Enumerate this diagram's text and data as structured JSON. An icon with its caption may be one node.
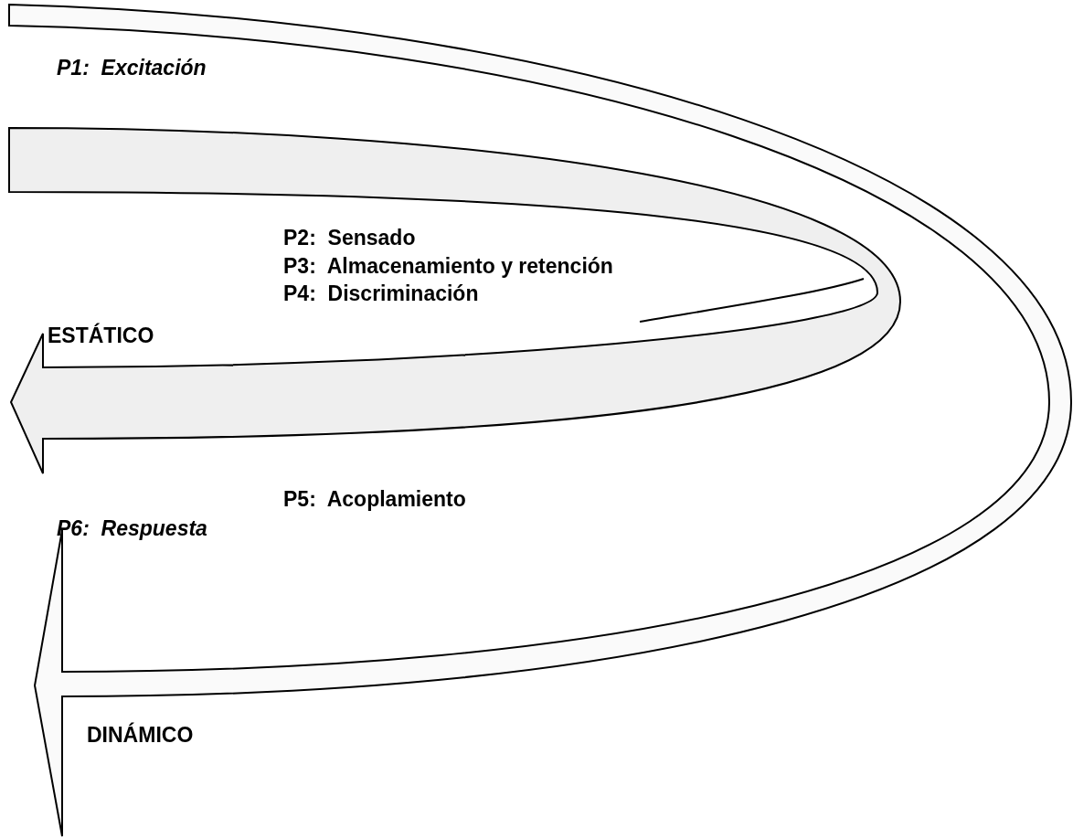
{
  "diagram": {
    "labels": [
      "P1:  Excitación",
      "P2:  Sensado",
      "P3:  Almacenamiento y retención",
      "P4:  Discriminación",
      "ESTÁTICO",
      "P5:  Acoplamiento",
      "P6:  Respuesta",
      "DINÁMICO"
    ]
  }
}
